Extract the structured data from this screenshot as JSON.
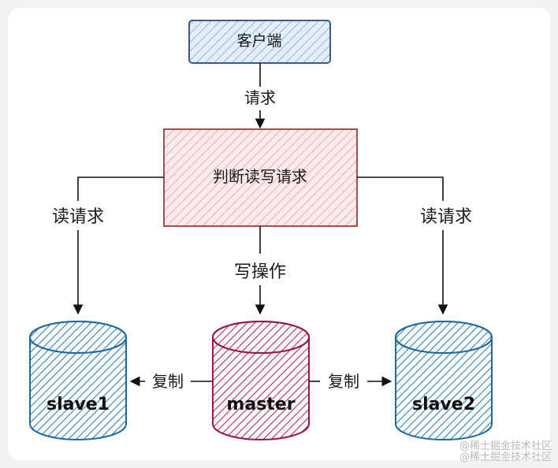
{
  "colors": {
    "client_fill": "#cfe1f2",
    "client_hatch": "#8fb8dc",
    "client_stroke": "#3d5a8a",
    "router_fill": "#f7d9dc",
    "router_hatch": "#e89aa2",
    "router_stroke": "#9b3c3c",
    "master_stroke": "#9a1650",
    "master_hatch": "#b52a62",
    "slave_stroke": "#1f6aa0",
    "slave_hatch": "#2f7fb8",
    "arrow": "#111111"
  },
  "nodes": {
    "client": "客户端",
    "router": "判断读写请求",
    "slave1": "slave1",
    "master": "master",
    "slave2": "slave2"
  },
  "edges": {
    "client_to_router": "请求",
    "router_to_slave1": "读请求",
    "router_to_master": "写操作",
    "router_to_slave2": "读请求",
    "master_to_slave1": "复制",
    "master_to_slave2": "复制"
  },
  "watermark": {
    "line1": "@稀土掘金技术社区",
    "line2": "@稀土掘金技术社区"
  }
}
